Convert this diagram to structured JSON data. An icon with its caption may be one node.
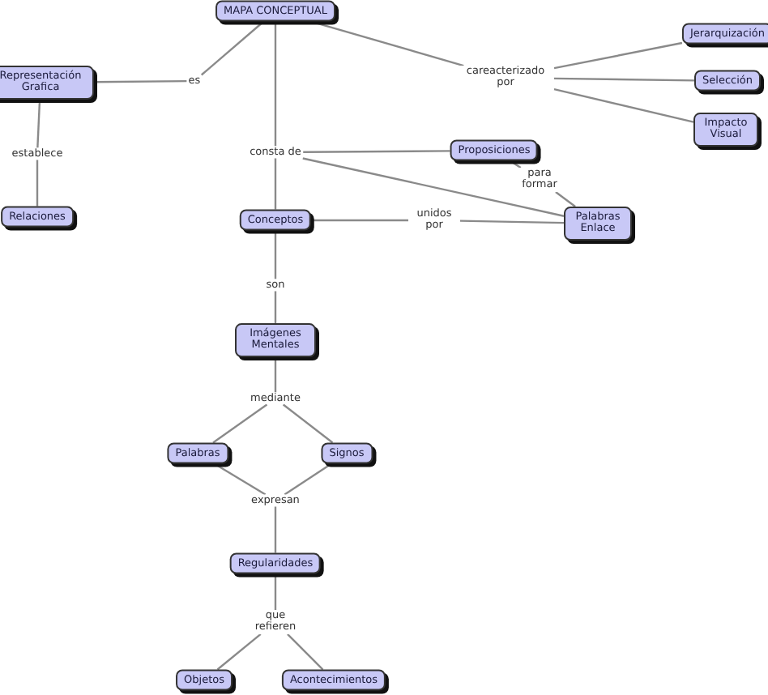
{
  "diagram": {
    "nodes": [
      {
        "text": [
          "MAPA CONCEPTUAL"
        ]
      },
      {
        "text": [
          "es"
        ]
      },
      {
        "text": [
          "Representación Grafica"
        ]
      },
      {
        "text": [
          "establece"
        ]
      },
      {
        "text": [
          "Relaciones"
        ]
      },
      {
        "text": [
          "careacterizado por"
        ]
      },
      {
        "text": [
          "Jerarquización"
        ]
      },
      {
        "text": [
          "Selección"
        ]
      },
      {
        "text": [
          "Impacto Visual"
        ]
      },
      {
        "text": [
          "consta de"
        ]
      },
      {
        "text": [
          "Proposiciones"
        ]
      },
      {
        "text": [
          "para formar"
        ]
      },
      {
        "text": [
          "Palabras Enlace"
        ]
      },
      {
        "text": [
          "Conceptos"
        ]
      },
      {
        "text": [
          "unidos por"
        ]
      },
      {
        "text": [
          "son"
        ]
      },
      {
        "text": [
          "Imágenes Mentales"
        ]
      },
      {
        "text": [
          "mediante"
        ]
      },
      {
        "text": [
          "Palabras"
        ]
      },
      {
        "text": [
          "Signos"
        ]
      },
      {
        "text": [
          "expresan"
        ]
      },
      {
        "text": [
          "Regularidades"
        ]
      },
      {
        "text": [
          "que refieren"
        ]
      },
      {
        "text": [
          "Objetos"
        ]
      },
      {
        "text": [
          "Acontecimientos"
        ]
      }
    ],
    "edges": [
      {
        "from": 0,
        "to": 1,
        "arrow": "none"
      },
      {
        "from": 1,
        "to": 2,
        "arrow": "none"
      },
      {
        "from": 2,
        "to": 3,
        "arrow": "none"
      },
      {
        "from": 3,
        "to": 4,
        "arrow": "none"
      },
      {
        "from": 0,
        "to": 5,
        "arrow": "none"
      },
      {
        "from": 5,
        "to": 6,
        "arrow": "none"
      },
      {
        "from": 5,
        "to": 7,
        "arrow": "none"
      },
      {
        "from": 5,
        "to": 8,
        "arrow": "none"
      },
      {
        "from": 0,
        "to": 9,
        "arrow": "none"
      },
      {
        "from": 9,
        "to": 10,
        "arrow": "none"
      },
      {
        "from": 9,
        "to": 12,
        "arrow": "none"
      },
      {
        "from": 9,
        "to": 13,
        "arrow": "none"
      },
      {
        "from": 10,
        "to": 11,
        "arrow": "none"
      },
      {
        "from": 11,
        "to": 12,
        "arrow": "none"
      },
      {
        "from": 13,
        "to": 14,
        "arrow": "none"
      },
      {
        "from": 14,
        "to": 12,
        "arrow": "none"
      },
      {
        "from": 13,
        "to": 15,
        "arrow": "none"
      },
      {
        "from": 15,
        "to": 16,
        "arrow": "none"
      },
      {
        "from": 16,
        "to": 17,
        "arrow": "none"
      },
      {
        "from": 17,
        "to": 18,
        "arrow": "none"
      },
      {
        "from": 17,
        "to": 19,
        "arrow": "none"
      },
      {
        "from": 18,
        "to": 20,
        "arrow": "none"
      },
      {
        "from": 19,
        "to": 20,
        "arrow": "none"
      },
      {
        "from": 20,
        "to": 21,
        "arrow": "none"
      },
      {
        "from": 21,
        "to": 22,
        "arrow": "none"
      },
      {
        "from": 22,
        "to": 23,
        "arrow": "none"
      },
      {
        "from": 22,
        "to": 24,
        "arrow": "none"
      }
    ]
  }
}
